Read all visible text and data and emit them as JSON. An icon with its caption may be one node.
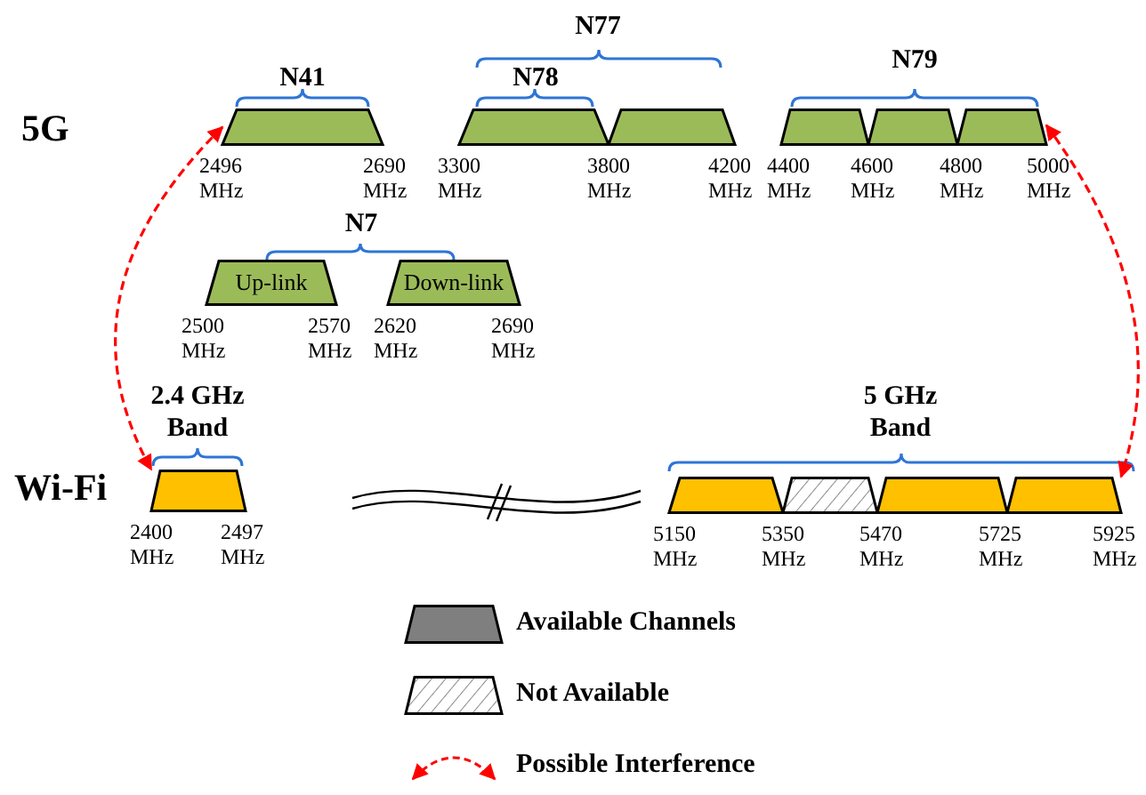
{
  "diagram": {
    "nodes": [
      {
        "text": [],
        "shape": "trapezoid"
      },
      {
        "text": [],
        "shape": "trapezoid"
      },
      {
        "text": [],
        "shape": "trapezoid"
      },
      {
        "text": [],
        "shape": "trapezoid"
      },
      {
        "text": [],
        "shape": "trapezoid"
      },
      {
        "text": [],
        "shape": "trapezoid"
      },
      {
        "text": [
          "Up-link"
        ]
      },
      {
        "text": [
          "Down-link"
        ]
      },
      {
        "text": [],
        "shape": "trapezoid"
      },
      {
        "text": [],
        "shape": "trapezoid"
      },
      {
        "text": [],
        "shape": "trapezoid"
      },
      {
        "text": [],
        "shape": "trapezoid"
      },
      {
        "text": [],
        "shape": "trapezoid"
      }
    ],
    "edges": [
      {
        "from": 0,
        "to": 8,
        "arrow": "both",
        "style": "dashed"
      },
      {
        "from": 5,
        "to": 12,
        "arrow": "both",
        "style": "dashed"
      }
    ],
    "labels": [
      "5G",
      "N77",
      "N41",
      "N78",
      "N79",
      "2496 MHz",
      "2690 MHz",
      "3300 MHz",
      "3800 MHz",
      "4200 MHz",
      "4400 MHz",
      "4600 MHz",
      "4800 MHz",
      "5000 MHz",
      "N7",
      "2500 MHz",
      "2570 MHz",
      "2620 MHz",
      "2690 MHz",
      "2.4 GHz Band",
      "5 GHz Band",
      "Wi-Fi",
      "2400 MHz",
      "2497 MHz",
      "5150 MHz",
      "5350 MHz",
      "5470 MHz",
      "5725 MHz",
      "5925 MHz"
    ],
    "legend": [
      {
        "text": "Available Channels"
      },
      {
        "text": "Not Available"
      },
      {
        "text": "Possible Interference"
      }
    ]
  }
}
